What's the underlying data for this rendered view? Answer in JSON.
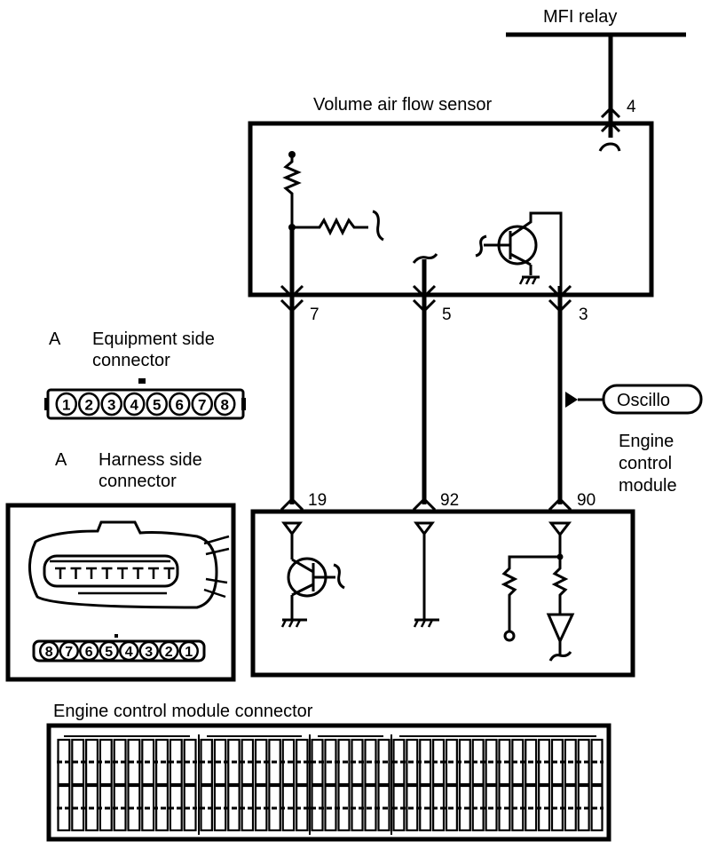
{
  "labels": {
    "mfi_relay": "MFI relay",
    "vaf_sensor": "Volume air flow sensor",
    "oscillo": "Oscillo",
    "ecm_line1": "Engine",
    "ecm_line2": "control",
    "ecm_line3": "module",
    "equip_letter": "A",
    "equip_line1": "Equipment side",
    "equip_line2": "connector",
    "harness_letter": "A",
    "harness_line1": "Harness side",
    "harness_line2": "connector",
    "ecm_connector": "Engine control module connector"
  },
  "sensor_pins": [
    "4",
    "7",
    "5",
    "3"
  ],
  "ecm_pins": [
    "19",
    "92",
    "90"
  ],
  "equipment_connector_pins": [
    "1",
    "2",
    "3",
    "4",
    "5",
    "6",
    "7",
    "8"
  ],
  "harness_connector_pins": [
    "8",
    "7",
    "6",
    "5",
    "4",
    "3",
    "2",
    "1"
  ]
}
